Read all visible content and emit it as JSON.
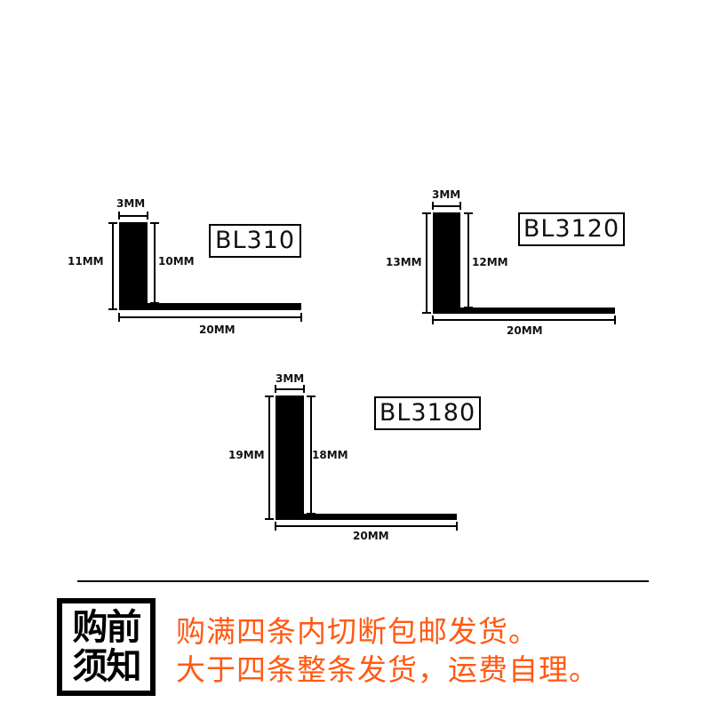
{
  "profiles": [
    {
      "model": "BL310",
      "top_width": "3MM",
      "outer_height": "11MM",
      "inner_height": "10MM",
      "base_width": "20MM"
    },
    {
      "model": "BL3120",
      "top_width": "3MM",
      "outer_height": "13MM",
      "inner_height": "12MM",
      "base_width": "20MM"
    },
    {
      "model": "BL3180",
      "top_width": "3MM",
      "outer_height": "19MM",
      "inner_height": "18MM",
      "base_width": "20MM"
    }
  ],
  "notice": {
    "title_line1": "购前",
    "title_line2": "须知",
    "line1": "购满四条内切断包邮发货。",
    "line2": "大于四条整条发货，运费自理。",
    "text_color": "#ff5a14"
  }
}
